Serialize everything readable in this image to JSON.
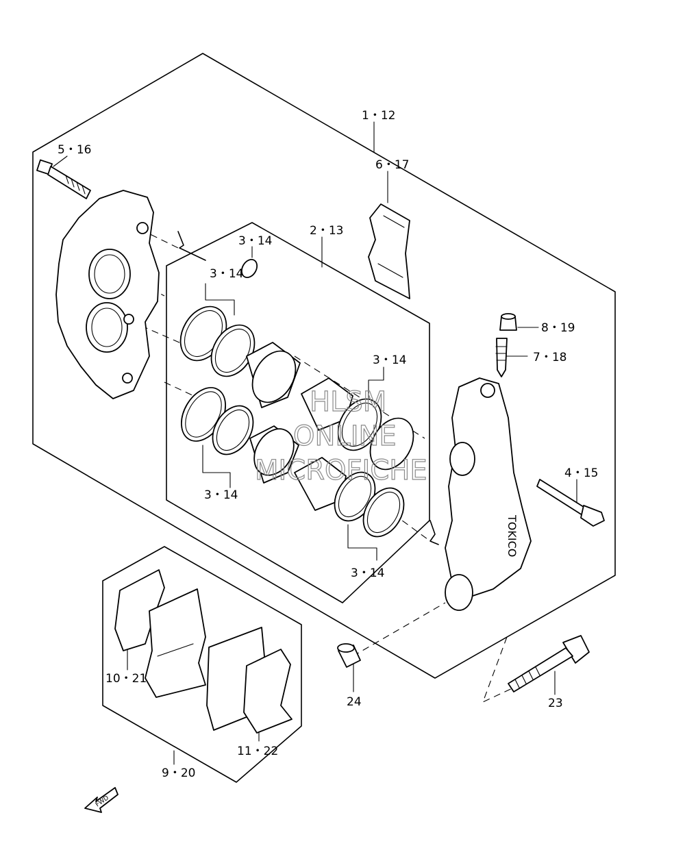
{
  "labels": {
    "caliper_assy": "1・12",
    "bolt_5_16": "5・16",
    "spring_6_17": "6・17",
    "seal_set": "2・13",
    "seal_upper_a": "3・14",
    "seal_upper_b": "3・14",
    "seal_right": "3・14",
    "seal_lower_left": "3・14",
    "seal_lower_right": "3・14",
    "cap_8_19": "8・19",
    "bleeder_7_18": "7・18",
    "pin_4_15": "4・15",
    "pad_10_21": "10・21",
    "pad_11_22": "11・22",
    "pad_set": "9・20",
    "spacer_24": "24",
    "bolt_23": "23"
  },
  "watermark": {
    "line1": "HLSM",
    "line2": "ONLINE",
    "line3": "MICROFICHE"
  },
  "fwd_arrow": "FWD",
  "caliper_brand": "TOKICO"
}
